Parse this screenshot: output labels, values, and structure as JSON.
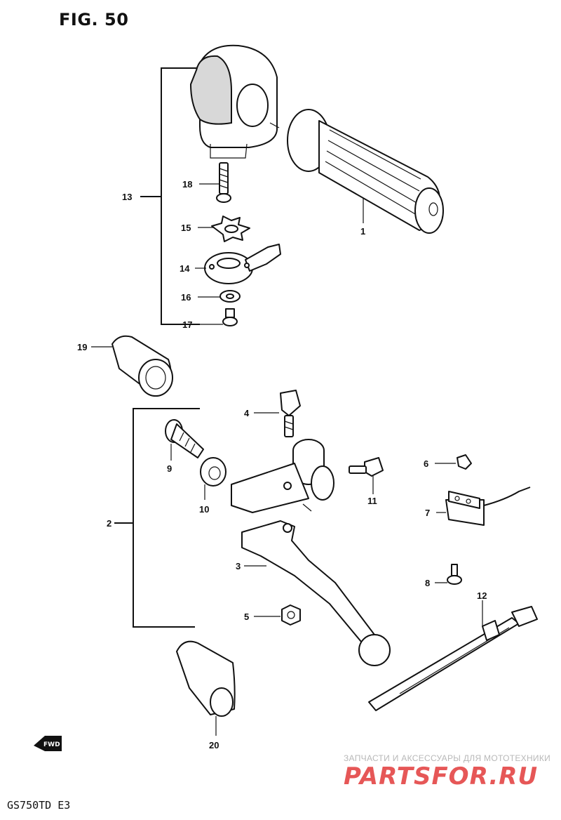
{
  "figure": {
    "title": "FIG. 50",
    "model": "GS750TD  E3",
    "direction_badge": "FWD"
  },
  "callouts": {
    "p1": "1",
    "p2": "2",
    "p3": "3",
    "p4": "4",
    "p5": "5",
    "p6": "6",
    "p7": "7",
    "p8": "8",
    "p9": "9",
    "p10": "10",
    "p11": "11",
    "p12": "12",
    "p13": "13",
    "p14": "14",
    "p15": "15",
    "p16": "16",
    "p17": "17",
    "p18": "18",
    "p19": "19",
    "p20": "20"
  },
  "watermark": {
    "caption": "ЗАПЧАСТИ И АКСЕССУАРЫ ДЛЯ МОТОТЕХНИКИ",
    "logo": "PARTSFOR.RU"
  },
  "colors": {
    "ink": "#111111",
    "watermark_red": "#e23a3a",
    "watermark_grey": "#b8b8b8"
  }
}
